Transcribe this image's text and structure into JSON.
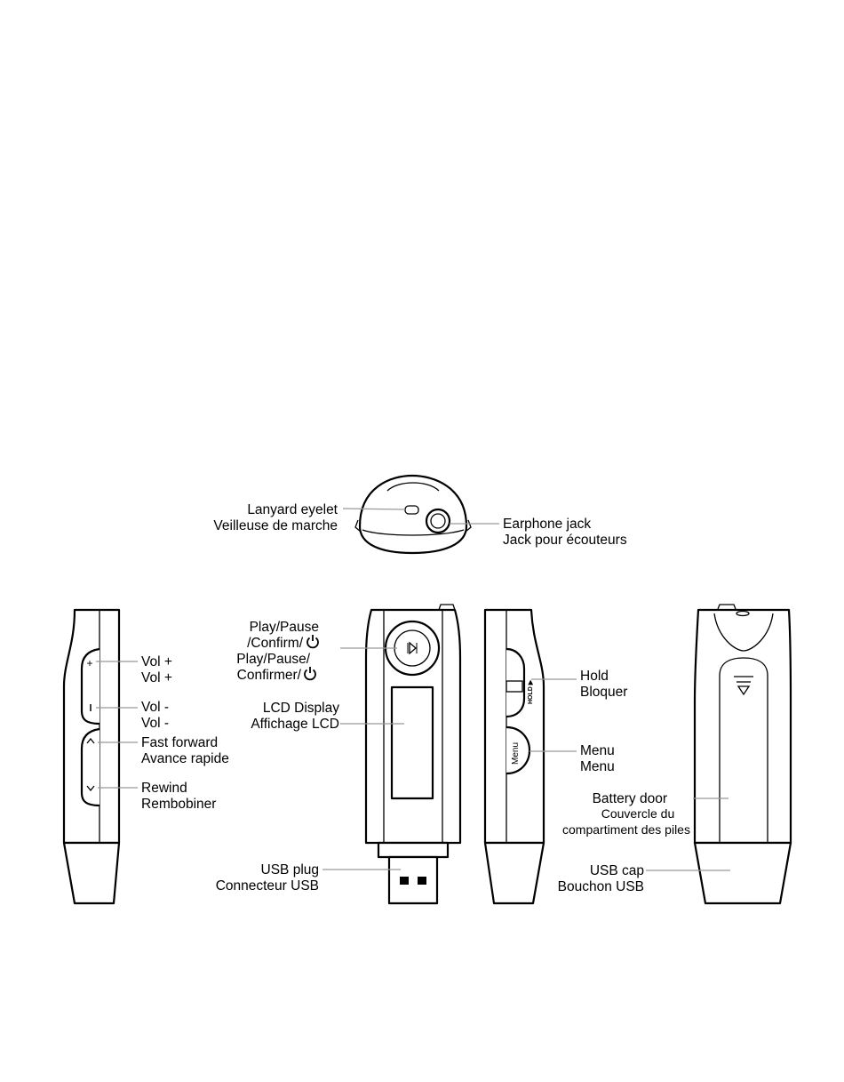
{
  "labels": {
    "lanyard": {
      "en": "Lanyard eyelet",
      "fr": "Veilleuse de marche"
    },
    "earphone": {
      "en": "Earphone jack",
      "fr": "Jack pour écouteurs"
    },
    "vol_plus": {
      "en": "Vol +",
      "fr": "Vol +"
    },
    "vol_minus": {
      "en": "Vol -",
      "fr": "Vol -"
    },
    "fast_forward": {
      "en": "Fast forward",
      "fr": "Avance rapide"
    },
    "rewind": {
      "en": "Rewind",
      "fr": "Rembobiner"
    },
    "play": {
      "en1": "Play/Pause",
      "en2": "/Confirm/",
      "fr1": "Play/Pause/",
      "fr2": "Confirmer/"
    },
    "lcd": {
      "en": "LCD Display",
      "fr": "Affichage LCD"
    },
    "usb_plug": {
      "en": "USB plug",
      "fr": "Connecteur USB"
    },
    "hold": {
      "en": "Hold",
      "fr": "Bloquer"
    },
    "menu": {
      "en": "Menu",
      "fr": "Menu"
    },
    "battery": {
      "en": "Battery door",
      "fr1": "Couvercle du",
      "fr2": "compartiment des piles"
    },
    "usb_cap": {
      "en": "USB cap",
      "fr": "Bouchon USB"
    }
  },
  "device_text": {
    "hold_switch": "HOLD ▶",
    "menu_button": "Menu"
  },
  "icons": [
    "power-icon",
    "play-pause-icon",
    "plus-icon",
    "chevron-up-icon",
    "chevron-down-icon",
    "triangle-down-icon"
  ]
}
